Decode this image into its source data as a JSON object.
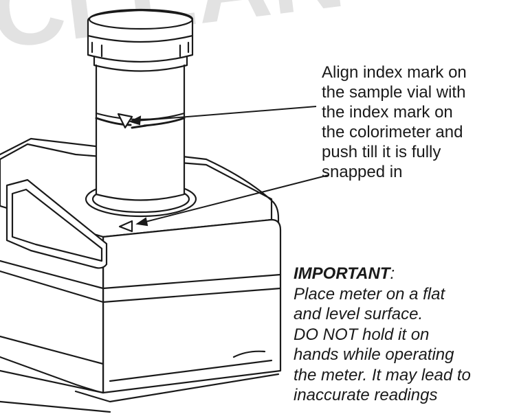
{
  "watermark_text": "CLEAN",
  "callout": {
    "lines": [
      "Align index mark on",
      "the sample vial with",
      "the index mark on",
      "the colorimeter and",
      "push till it is fully",
      "snapped in"
    ]
  },
  "warning": {
    "heading": "IMPORTANT",
    "heading_suffix": ":",
    "lines": [
      "Place meter on a flat",
      "and level surface.",
      "DO NOT hold it on",
      "hands while operating",
      "the meter. It may lead to",
      "inaccurate readings"
    ]
  },
  "colors": {
    "line": "#1a1a1a",
    "watermark": "#d9d9d9",
    "text": "#1a1a1a"
  }
}
